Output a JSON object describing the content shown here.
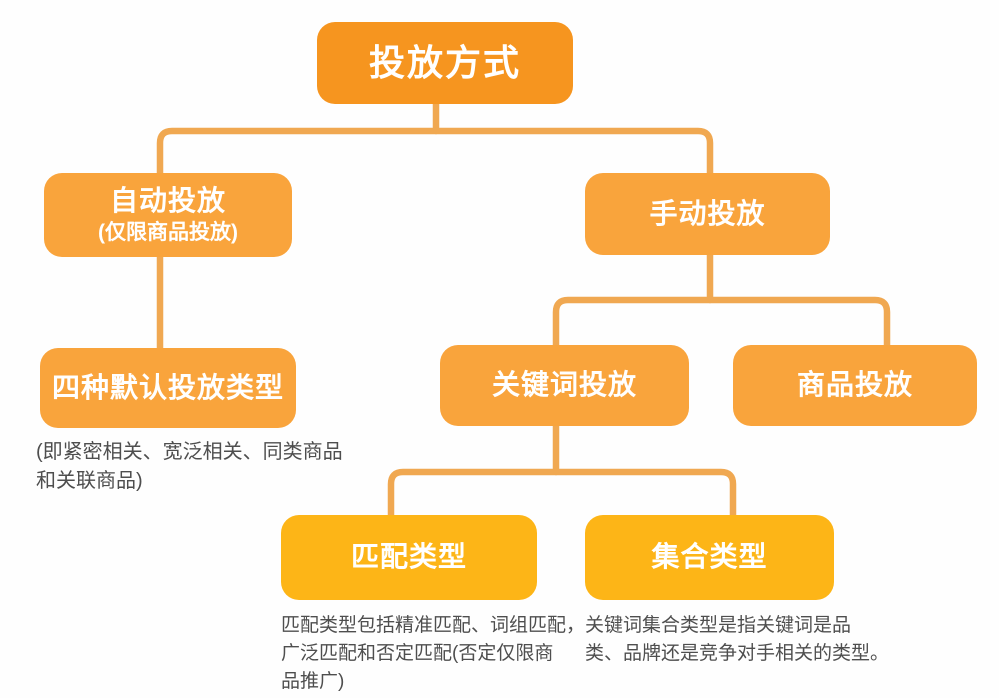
{
  "diagram": {
    "title_node": {
      "label": "投放方式"
    },
    "level2": {
      "auto": {
        "label": "自动投放",
        "sublabel": "(仅限商品投放)"
      },
      "manual": {
        "label": "手动投放"
      }
    },
    "level3": {
      "four_types": {
        "label": "四种默认投放类型",
        "note": [
          "(即紧密相关、宽泛相关、同类商品",
          "和关联商品)"
        ]
      },
      "keyword": {
        "label": "关键词投放"
      },
      "product": {
        "label": "商品投放"
      }
    },
    "level4": {
      "match": {
        "label": "匹配类型",
        "note": [
          "匹配类型包括精准匹配、词组匹配，",
          "广泛匹配和否定匹配(否定仅限商",
          "品推广)"
        ]
      },
      "set": {
        "label": "集合类型",
        "note": [
          "关键词集合类型是指关键词是品",
          "类、品牌还是竞争对手相关的类型。"
        ]
      }
    },
    "colors": {
      "page_bg": "#FEFEFE",
      "root_box": "#F6951F",
      "branch_box": "#F9A43C",
      "leaf_box": "#FDB517",
      "connector": "#F0A851",
      "box_text": "#FFFFFF",
      "note_text": "#4E4E4E"
    }
  }
}
